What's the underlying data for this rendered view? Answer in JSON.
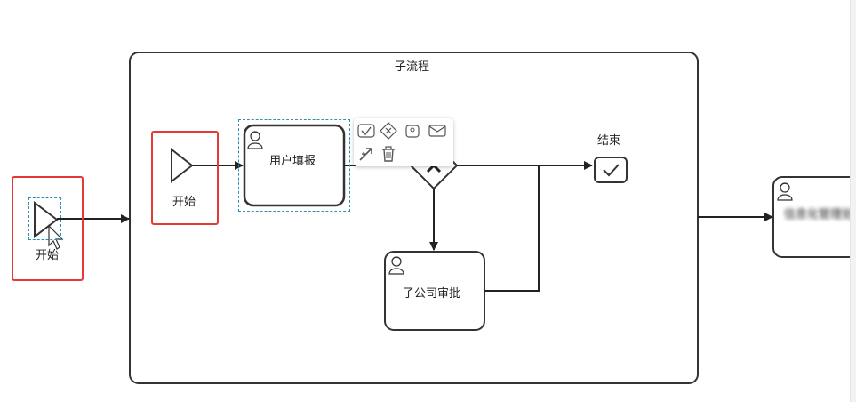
{
  "subprocess": {
    "title": "子流程"
  },
  "outer_start": {
    "label": "开始"
  },
  "inner_start": {
    "label": "开始"
  },
  "tasks": {
    "user_fill": {
      "label": "用户填报"
    },
    "company_approve": {
      "label": "子公司审批"
    },
    "right_task": {
      "label": "信息化管理处"
    }
  },
  "end_event": {
    "label": "结束"
  },
  "context_pad": {
    "entries": [
      {
        "name": "append-end-event",
        "icon": "check-icon"
      },
      {
        "name": "append-gateway",
        "icon": "gateway-x-icon"
      },
      {
        "name": "append-task",
        "icon": "task-icon"
      },
      {
        "name": "append-message",
        "icon": "envelope-icon"
      },
      {
        "name": "connect",
        "icon": "connect-icon"
      },
      {
        "name": "delete",
        "icon": "trash-icon"
      }
    ]
  },
  "colors": {
    "stroke": "#333333",
    "selection_red": "#e53935",
    "selection_dashed": "#2d8fb8"
  }
}
